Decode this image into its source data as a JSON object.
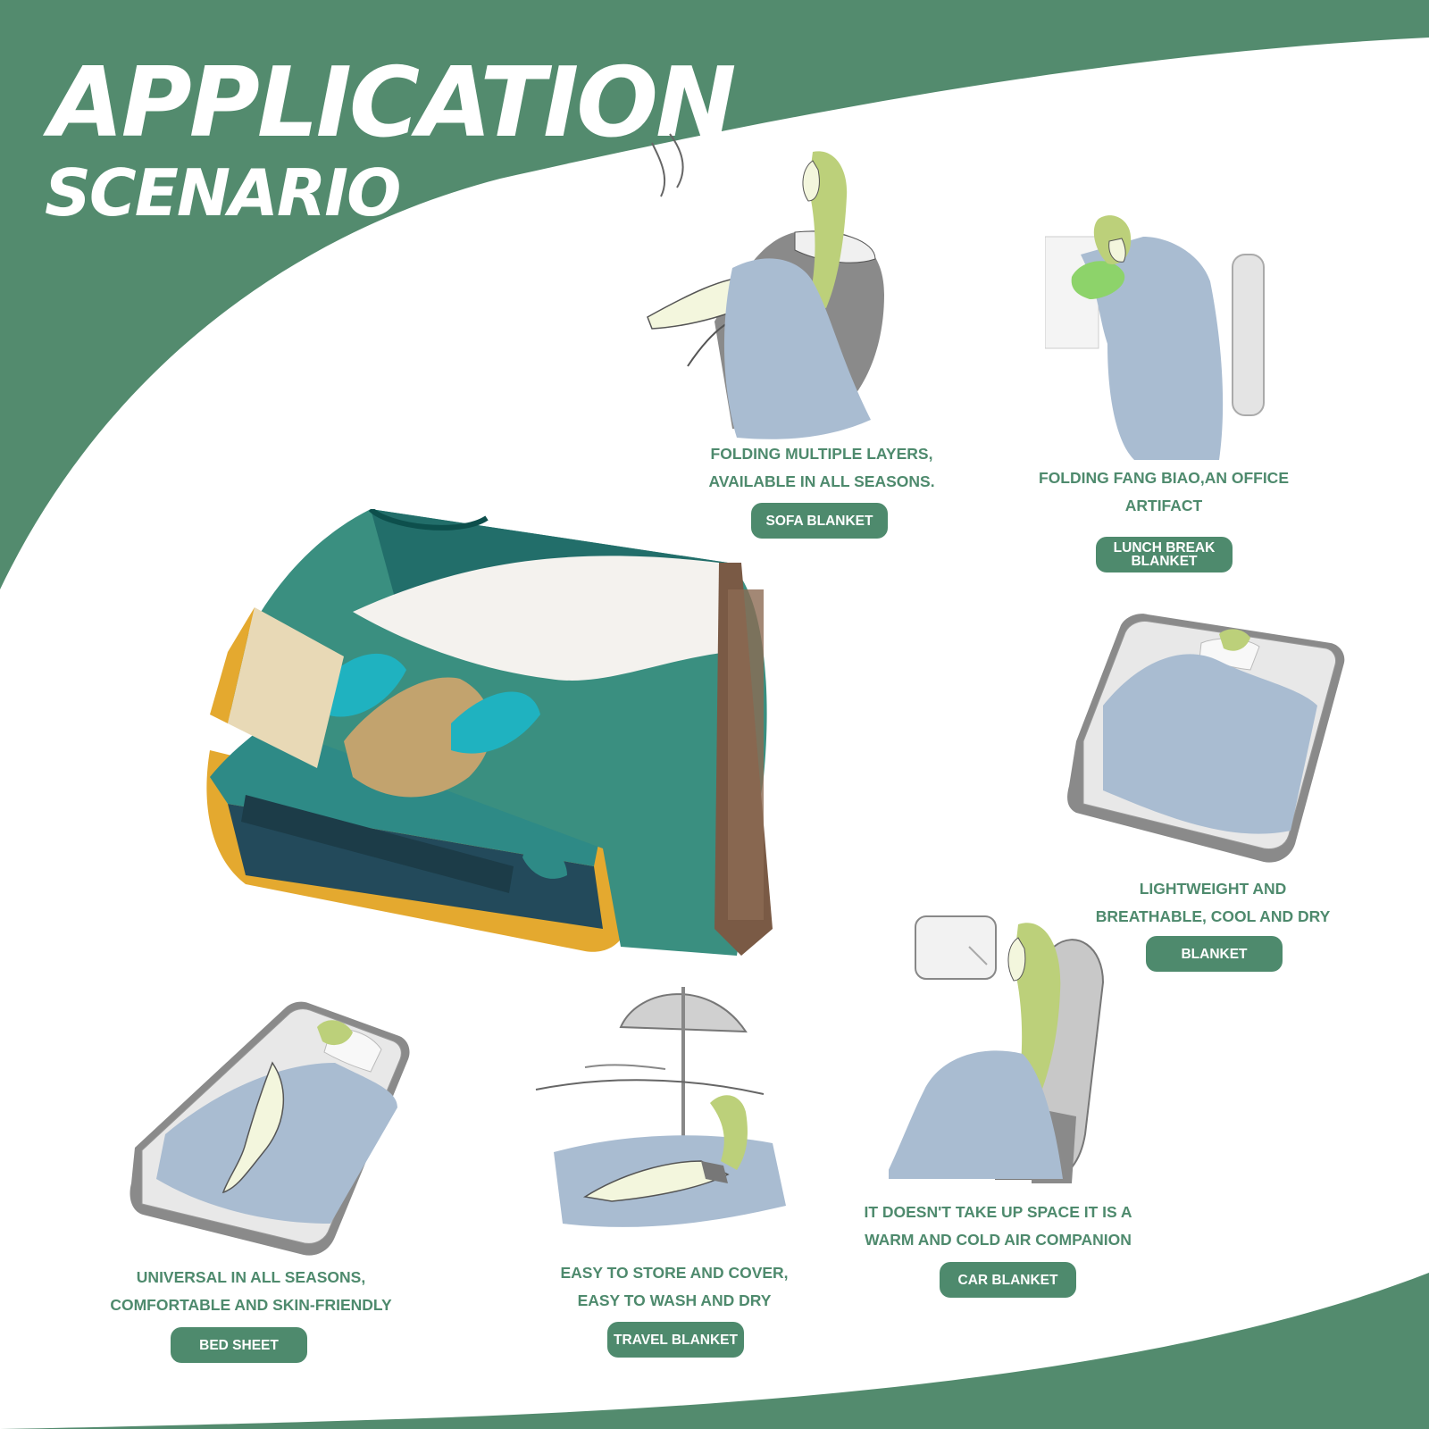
{
  "title": {
    "line1": "APPLICATION",
    "line2": "SCENARIO"
  },
  "colors": {
    "brand_green": "#538b6e",
    "label_green": "#4e8a6d",
    "blanket_blue": "#a9bcd1",
    "hair_green": "#bcd07a"
  },
  "scenarios": [
    {
      "desc1": "FOLDING MULTIPLE LAYERS,",
      "desc2": "AVAILABLE IN ALL SEASONS.",
      "label": "SOFA BLANKET",
      "icon": "sofa-icon"
    },
    {
      "desc1": "FOLDING FANG BIAO,AN OFFICE",
      "desc2": "ARTIFACT",
      "label": "LUNCH BREAK BLANKET",
      "icon": "office-chair-icon"
    },
    {
      "desc1": "LIGHTWEIGHT AND",
      "desc2": "BREATHABLE, COOL AND DRY",
      "label": "BLANKET",
      "icon": "bed-icon"
    },
    {
      "desc1": "IT DOESN'T TAKE UP SPACE IT IS A",
      "desc2": "WARM AND COLD AIR COMPANION",
      "label": "CAR BLANKET",
      "icon": "car-seat-icon"
    },
    {
      "desc1": "UNIVERSAL IN ALL SEASONS,",
      "desc2": "COMFORTABLE AND SKIN-FRIENDLY",
      "label": "BED SHEET",
      "icon": "bed-icon"
    },
    {
      "desc1": "EASY TO STORE AND COVER,",
      "desc2": "EASY TO WASH AND DRY",
      "label": "TRAVEL BLANKET",
      "icon": "beach-umbrella-icon"
    }
  ],
  "product": {
    "icon": "folded-fishing-blanket-image"
  }
}
